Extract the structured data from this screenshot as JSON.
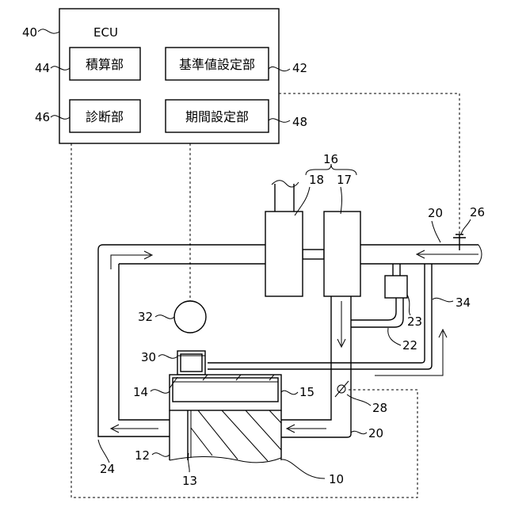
{
  "ecu": {
    "title": "ECU",
    "ref": "40",
    "units": [
      {
        "label": "積算部",
        "ref": "44"
      },
      {
        "label": "基準値設定部",
        "ref": "42"
      },
      {
        "label": "診断部",
        "ref": "46"
      },
      {
        "label": "期間設定部",
        "ref": "48"
      }
    ]
  },
  "refs": {
    "turbo": "16",
    "turbine": "18",
    "compressor": "17",
    "intake_pipe": "20",
    "intake_pipe_lower": "20",
    "sensor": "26",
    "valve23": "23",
    "pipe22": "22",
    "pipe34": "34",
    "sensor32": "32",
    "part30": "30",
    "head14": "14",
    "head15": "15",
    "throttle": "28",
    "exhaust": "24",
    "block12": "12",
    "part13": "13",
    "engine": "10"
  }
}
